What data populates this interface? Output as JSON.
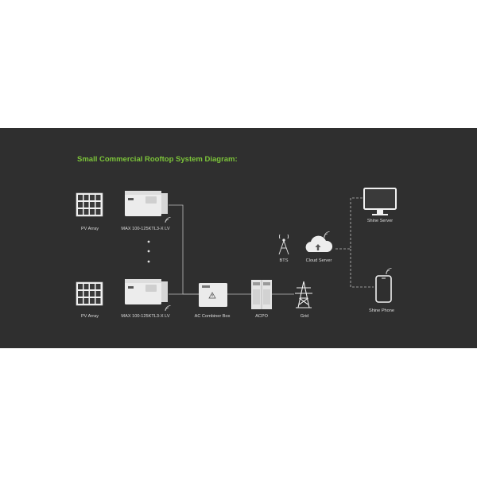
{
  "title": "Small Commercial Rooftop System Diagram:",
  "labels": {
    "pv_array_top": "PV Array",
    "inverter_top": "MAX 100-125KTL3-X LV",
    "pv_array_bottom": "PV Array",
    "inverter_bottom": "MAX 100-125KTL3-X LV",
    "ac_combiner": "AC Combiner Box",
    "acpo": "ACPO",
    "grid": "Grid",
    "bts": "BTS",
    "cloud_server": "Cloud Server",
    "shine_server": "Shine Server",
    "shine_phone": "Shine Phone"
  },
  "icons": {
    "pv": "solar-panel-icon",
    "inverter": "inverter-icon",
    "wifi": "wifi-icon",
    "combiner": "combiner-box-icon",
    "acpo": "cabinet-icon",
    "grid": "power-tower-icon",
    "bts": "antenna-tower-icon",
    "cloud": "cloud-upload-icon",
    "monitor": "monitor-icon",
    "phone": "smartphone-icon"
  },
  "colors": {
    "background": "#2f2f2f",
    "title": "#7cc43a",
    "line": "#bdbdbd",
    "device": "#e9e9e9"
  }
}
